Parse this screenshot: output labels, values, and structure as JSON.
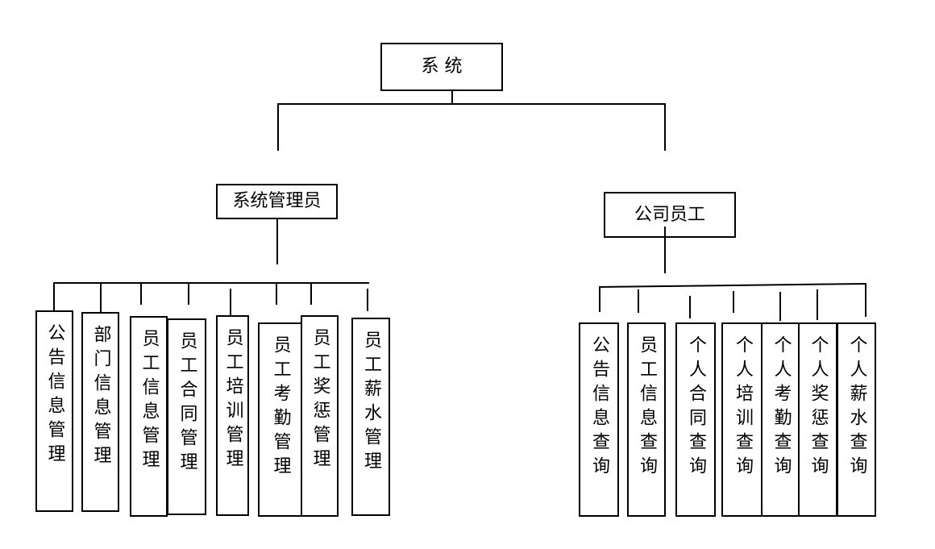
{
  "root": {
    "label": "系 统"
  },
  "admin": {
    "label": "系统管理员",
    "children": [
      "公告信息管理",
      "部门信息管理",
      "员工信息管理",
      "员工合同管理",
      "员工培训管理",
      "员工考勤管理",
      "员工奖惩管理",
      "员工薪水管理"
    ]
  },
  "employee": {
    "label": "公司员工",
    "children": [
      "公告信息查询",
      "员工信息查询",
      "个人合同查询",
      "个人培训查询",
      "个人考勤查询",
      "个人奖惩查询",
      "个人薪水查询"
    ]
  }
}
